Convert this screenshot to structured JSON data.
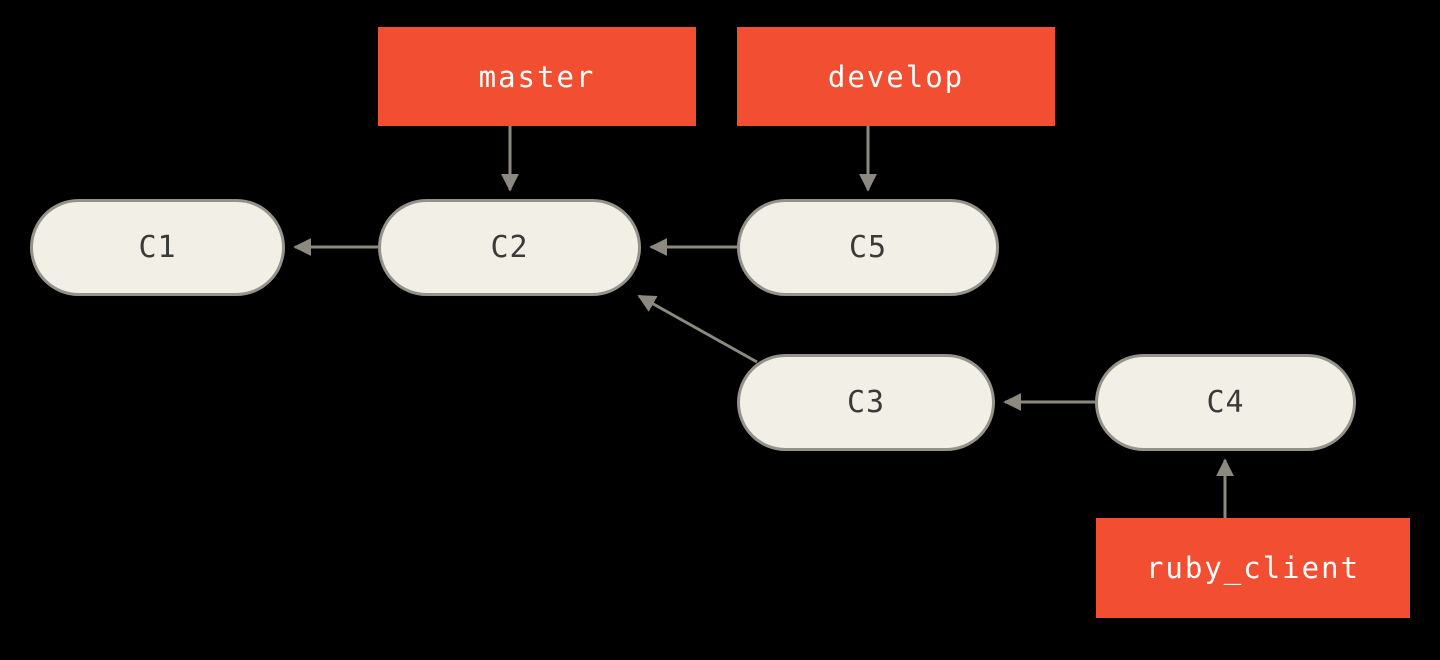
{
  "diagram": {
    "title": "git-branch-history-diagram",
    "branches": [
      {
        "label": "master",
        "points_to": "C2"
      },
      {
        "label": "develop",
        "points_to": "C5"
      },
      {
        "label": "ruby_client",
        "points_to": "C4"
      }
    ],
    "commits": [
      {
        "label": "C1"
      },
      {
        "label": "C2"
      },
      {
        "label": "C3"
      },
      {
        "label": "C4"
      },
      {
        "label": "C5"
      }
    ],
    "edges": [
      {
        "from": "master",
        "to": "C2"
      },
      {
        "from": "develop",
        "to": "C5"
      },
      {
        "from": "ruby_client",
        "to": "C4"
      },
      {
        "from": "C2",
        "to": "C1"
      },
      {
        "from": "C5",
        "to": "C2"
      },
      {
        "from": "C3",
        "to": "C2"
      },
      {
        "from": "C4",
        "to": "C3"
      }
    ],
    "colors": {
      "branch_bg": "#f14e32",
      "branch_text": "#ffffff",
      "commit_bg": "#f2f0e6",
      "commit_border": "#95928a",
      "commit_text": "#3a3a38",
      "arrow": "#8c8a80",
      "background": "#000000"
    }
  }
}
